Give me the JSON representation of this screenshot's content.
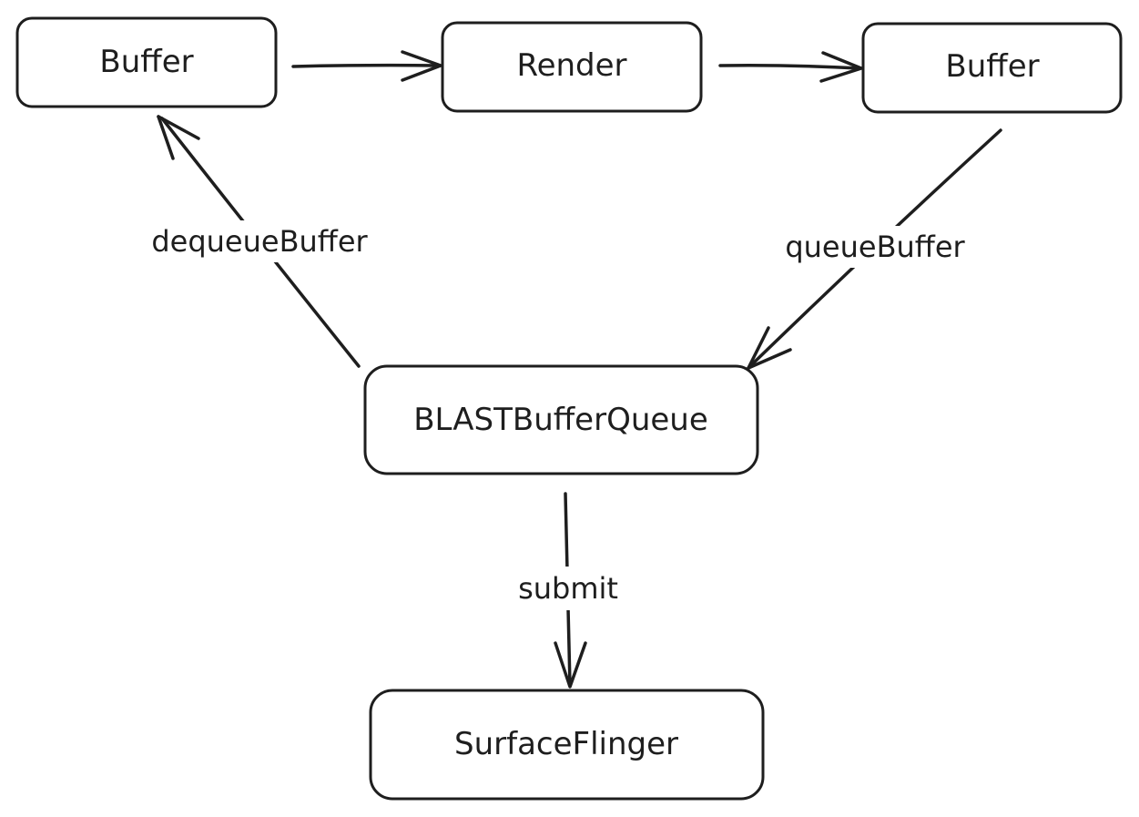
{
  "nodes": {
    "buffer_left": "Buffer",
    "render": "Render",
    "buffer_right": "Buffer",
    "blast_buffer_queue": "BLASTBufferQueue",
    "surface_flinger": "SurfaceFlinger"
  },
  "edges": {
    "dequeue": "dequeueBuffer",
    "queue": "queueBuffer",
    "submit": "submit"
  }
}
